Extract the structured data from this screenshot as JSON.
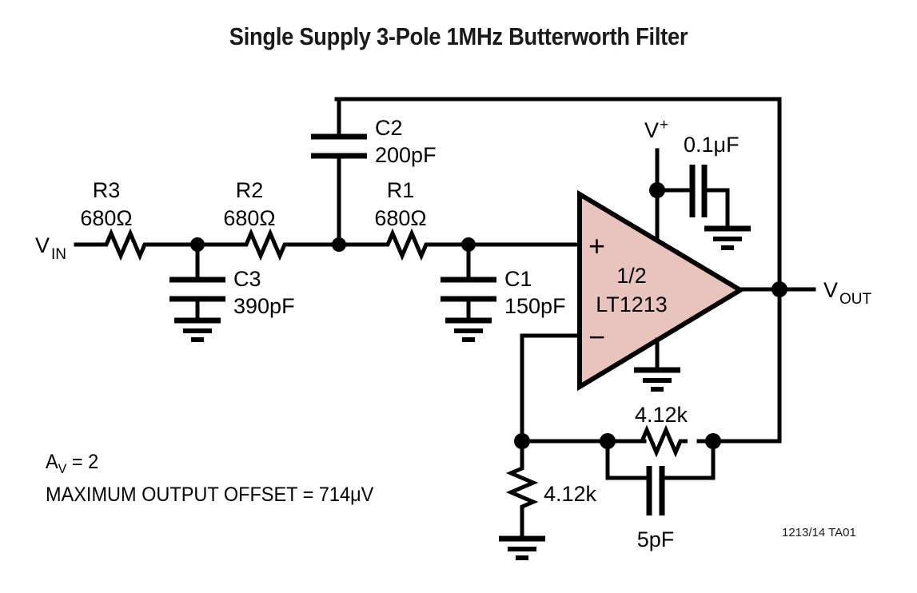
{
  "figure": {
    "title": "Single Supply 3-Pole 1MHz Butterworth Filter",
    "doc_id": "1213/14 TA01",
    "accent_fill": "#e9c3bd",
    "line_color": "#000000"
  },
  "ports": {
    "input_label": "V",
    "input_sub": "IN",
    "output_label": "V",
    "output_sub": "OUT",
    "supply_label": "V",
    "supply_sup": "+"
  },
  "components": {
    "r3": {
      "ref": "R3",
      "value": "680Ω"
    },
    "r2": {
      "ref": "R2",
      "value": "680Ω"
    },
    "r1": {
      "ref": "R1",
      "value": "680Ω"
    },
    "c3": {
      "ref": "C3",
      "value": "390pF"
    },
    "c2": {
      "ref": "C2",
      "value": "200pF"
    },
    "c1": {
      "ref": "C1",
      "value": "150pF"
    },
    "cbypass": {
      "ref": "",
      "value": "0.1μF"
    },
    "rfeedback": {
      "ref": "",
      "value": "4.12k"
    },
    "rgain": {
      "ref": "",
      "value": "4.12k"
    },
    "cfeedback": {
      "ref": "",
      "value": "5pF"
    },
    "opamp": {
      "line1": "1/2",
      "line2": "LT1213",
      "plus": "+",
      "minus": "−"
    }
  },
  "notes": {
    "gain_label": "A",
    "gain_sub": "V",
    "gain_expr": " = 2",
    "offset_line": "MAXIMUM OUTPUT OFFSET = 714μV"
  }
}
